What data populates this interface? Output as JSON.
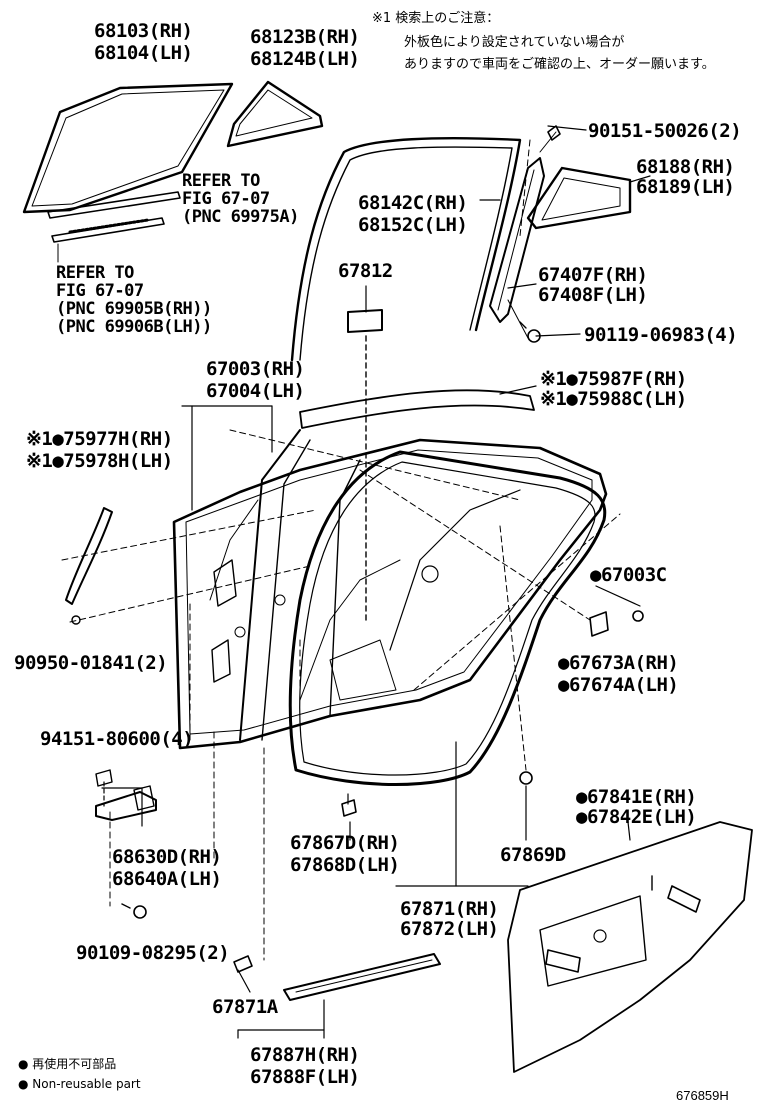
{
  "note": {
    "line1": "※1 検索上のご注意：",
    "line2": "外板色により設定されていない場合が",
    "line3": "ありますので車両をご確認の上、オーダー願います。"
  },
  "parts": {
    "glass_rh": "68103(RH)",
    "glass_lh": "68104(LH)",
    "quarter_glass_rh": "68123B(RH)",
    "quarter_glass_lh": "68124B(LH)",
    "refer_a": "REFER TO\nFIG 67-07\n(PNC 69975A)",
    "refer_b": "REFER TO\nFIG 67-07\n(PNC 69905B(RH))\n(PNC 69906B(LH))",
    "run_rh": "68142C(RH)",
    "run_lh": "68152C(LH)",
    "screw_90151": "90151-50026(2)",
    "qwin_rh": "68188(RH)",
    "qwin_lh": "68189(LH)",
    "cushion": "67812",
    "frame_rh": "67407F(RH)",
    "frame_lh": "67408F(LH)",
    "bolt_90119": "90119-06983(4)",
    "panel_rh": "67003(RH)",
    "panel_lh": "67004(LH)",
    "belt_rh": "※1●75987F(RH)",
    "belt_lh": "※1●75988C(LH)",
    "mold_rh": "※1●75977H(RH)",
    "mold_lh": "※1●75978H(LH)",
    "panel_c": "●67003C",
    "clip_90950": "90950-01841(2)",
    "seal_rh": "●67673A(RH)",
    "seal_lh": "●67674A(LH)",
    "bolt_94151": "94151-80600(4)",
    "cover_rh": "●67841E(RH)",
    "cover_lh": "●67842E(LH)",
    "check_rh": "68630D(RH)",
    "check_lh": "68640A(LH)",
    "ws_rh": "67867D(RH)",
    "ws_lh": "67868D(LH)",
    "ws_869": "67869D",
    "weather_rh": "67871(RH)",
    "weather_lh": "67872(LH)",
    "bolt_90109": "90109-08295(2)",
    "clip_871a": "67871A",
    "scuff_rh": "67887H(RH)",
    "scuff_lh": "67888F(LH)"
  },
  "legend": {
    "jp": "● 再使用不可部品",
    "en": "● Non-reusable part"
  },
  "figure_id": "676859H"
}
